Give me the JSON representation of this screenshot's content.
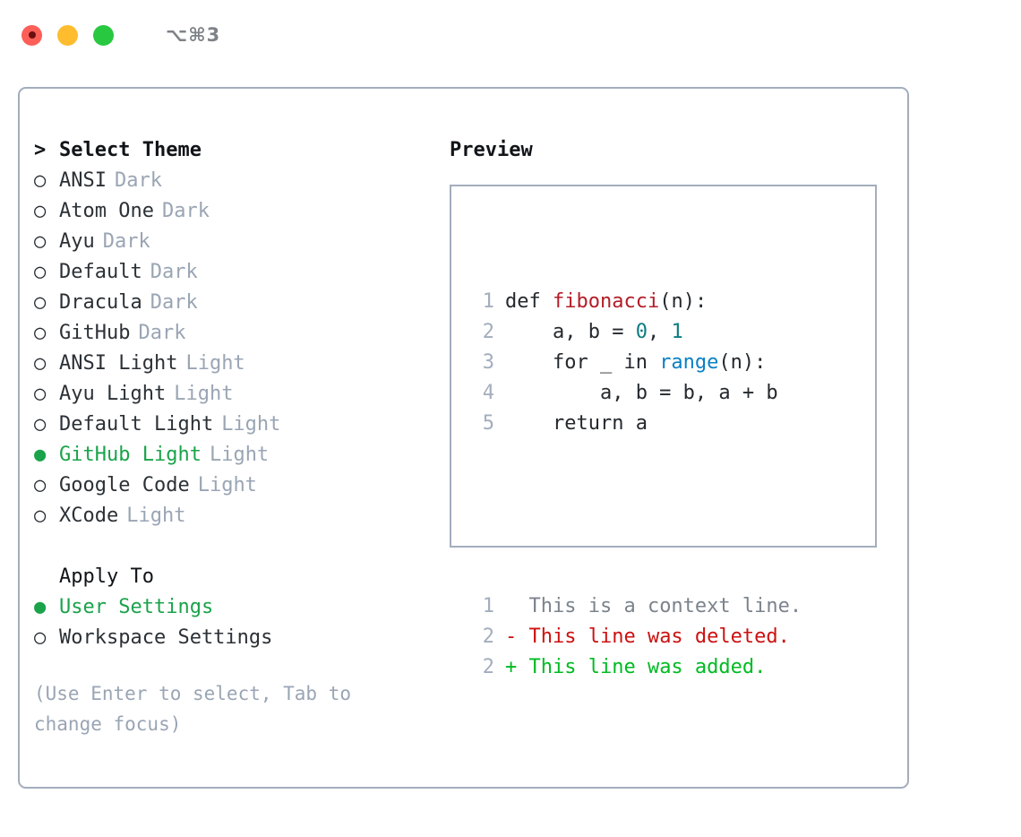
{
  "titlebar": {
    "shortcut": "⌥⌘3",
    "buttons": [
      {
        "name": "close",
        "color": "#fb5f57"
      },
      {
        "name": "minimize",
        "color": "#fdbd2e"
      },
      {
        "name": "zoom",
        "color": "#28c840"
      }
    ]
  },
  "colors": {
    "selected_green": "#1aa34a",
    "muted": "#9aa5b4",
    "border": "#a3adbd",
    "text": "#24292e",
    "diff_add": "#00bb22",
    "diff_del": "#cc1111",
    "token_function": "#b31d28",
    "token_number": "#0d7d81",
    "token_builtin": "#0a80c4"
  },
  "theme_picker": {
    "header_marker": ">",
    "header": "Select Theme",
    "bullet_unselected": "○",
    "bullet_selected": "●",
    "items": [
      {
        "name": "ANSI",
        "tag": "Dark",
        "selected": false
      },
      {
        "name": "Atom One",
        "tag": "Dark",
        "selected": false
      },
      {
        "name": "Ayu",
        "tag": "Dark",
        "selected": false
      },
      {
        "name": "Default",
        "tag": "Dark",
        "selected": false
      },
      {
        "name": "Dracula",
        "tag": "Dark",
        "selected": false
      },
      {
        "name": "GitHub",
        "tag": "Dark",
        "selected": false
      },
      {
        "name": "ANSI Light",
        "tag": "Light",
        "selected": false
      },
      {
        "name": "Ayu Light",
        "tag": "Light",
        "selected": false
      },
      {
        "name": "Default Light",
        "tag": "Light",
        "selected": false
      },
      {
        "name": "GitHub Light",
        "tag": "Light",
        "selected": true
      },
      {
        "name": "Google Code",
        "tag": "Light",
        "selected": false
      },
      {
        "name": "XCode",
        "tag": "Light",
        "selected": false
      }
    ]
  },
  "apply_to": {
    "heading": "Apply To",
    "options": [
      {
        "label": "User Settings",
        "selected": true
      },
      {
        "label": "Workspace Settings",
        "selected": false
      }
    ]
  },
  "hint": "(Use Enter to select, Tab to change focus)",
  "preview": {
    "title": "Preview",
    "code_lines": [
      {
        "no": "1",
        "segments": [
          {
            "t": "def ",
            "k": "plain"
          },
          {
            "t": "fibonacci",
            "k": "fn"
          },
          {
            "t": "(n):",
            "k": "plain"
          }
        ]
      },
      {
        "no": "2",
        "segments": [
          {
            "t": "    a, b = ",
            "k": "plain"
          },
          {
            "t": "0",
            "k": "num"
          },
          {
            "t": ", ",
            "k": "plain"
          },
          {
            "t": "1",
            "k": "num"
          }
        ]
      },
      {
        "no": "3",
        "segments": [
          {
            "t": "    for _ in ",
            "k": "plain"
          },
          {
            "t": "range",
            "k": "bi"
          },
          {
            "t": "(n):",
            "k": "plain"
          }
        ]
      },
      {
        "no": "4",
        "segments": [
          {
            "t": "        a, b = b, a + b",
            "k": "plain"
          }
        ]
      },
      {
        "no": "5",
        "segments": [
          {
            "t": "    return a",
            "k": "plain"
          }
        ]
      }
    ],
    "diff_lines": [
      {
        "no": "1",
        "marker": " ",
        "text": " This is a context line.",
        "kind": "context"
      },
      {
        "no": "2",
        "marker": "-",
        "text": " This line was deleted.",
        "kind": "delete"
      },
      {
        "no": "2",
        "marker": "+",
        "text": " This line was added.",
        "kind": "add"
      }
    ]
  }
}
